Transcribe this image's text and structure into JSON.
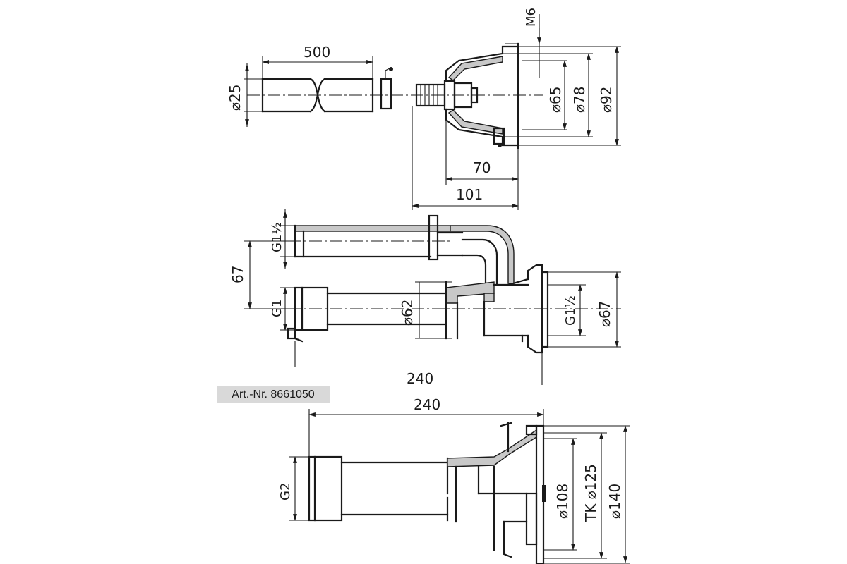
{
  "article": {
    "label": "Art.-Nr. 8661050"
  },
  "top_view": {
    "length": "500",
    "pipe_diameter": "⌀25",
    "thread": "M6",
    "d_inner": "⌀65",
    "d_mid": "⌀78",
    "d_outer": "⌀92",
    "depth_inner": "70",
    "depth_total": "101"
  },
  "middle_view": {
    "top_thread": "G1½",
    "spacing": "67",
    "bottom_thread": "G1",
    "bore": "⌀62",
    "outlet_thread": "G1½",
    "flange_diameter": "⌀67",
    "length": "240"
  },
  "bottom_view": {
    "length": "240",
    "thread": "G2",
    "d_inner": "⌀108",
    "pitch_circle": "TK ⌀125",
    "d_outer": "⌀140"
  }
}
